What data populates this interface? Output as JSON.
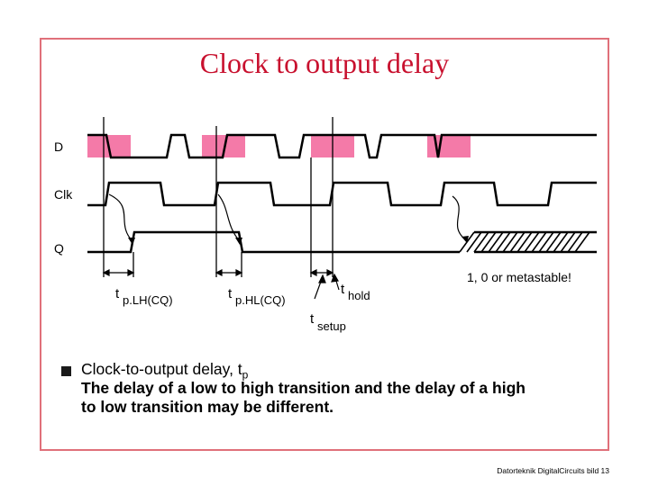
{
  "slide": {
    "title": "Clock to output delay",
    "signals": {
      "d": "D",
      "clk": "Clk",
      "q": "Q"
    },
    "timing_labels": {
      "t": "t",
      "plh": "p.LH(CQ)",
      "phl": "p.HL(CQ)",
      "hold": "hold",
      "setup": "setup"
    },
    "metastable_note": "1, 0 or metastable!",
    "bullet": {
      "line1_prefix": "Clock-to-output delay, t",
      "line1_sub": "p",
      "line2": "The delay of a low to high transition and the delay of a high",
      "line3": "to low transition may be different."
    },
    "footer": "Datorteknik DigitalCircuits bild 13",
    "colors": {
      "title": "#c8102e",
      "frame": "#e0707a",
      "setup_hold_window": "#f47aa8"
    }
  }
}
